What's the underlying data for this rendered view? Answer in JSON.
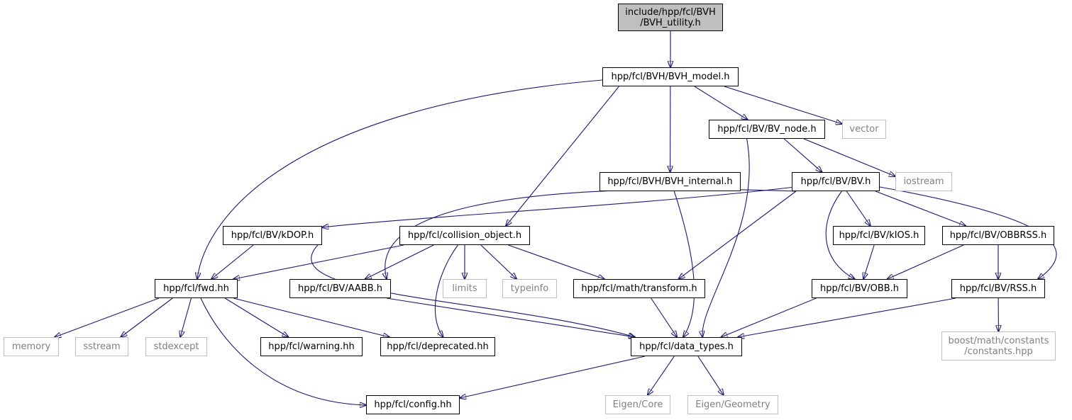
{
  "nodes": [
    {
      "id": "root",
      "kind": "root",
      "lines": [
        "include/hpp/fcl/BVH",
        "/BVH_utility.h"
      ]
    },
    {
      "id": "bvh_model",
      "kind": "local",
      "lines": [
        "hpp/fcl/BVH/BVH_model.h"
      ]
    },
    {
      "id": "bv_node",
      "kind": "local",
      "lines": [
        "hpp/fcl/BV/BV_node.h"
      ]
    },
    {
      "id": "vector",
      "kind": "ext",
      "lines": [
        "vector"
      ]
    },
    {
      "id": "bvh_internal",
      "kind": "local",
      "lines": [
        "hpp/fcl/BVH/BVH_internal.h"
      ]
    },
    {
      "id": "bv_h",
      "kind": "local",
      "lines": [
        "hpp/fcl/BV/BV.h"
      ]
    },
    {
      "id": "iostream",
      "kind": "ext",
      "lines": [
        "iostream"
      ]
    },
    {
      "id": "kdop",
      "kind": "local",
      "lines": [
        "hpp/fcl/BV/kDOP.h"
      ]
    },
    {
      "id": "collision_object",
      "kind": "local",
      "lines": [
        "hpp/fcl/collision_object.h"
      ]
    },
    {
      "id": "kios",
      "kind": "local",
      "lines": [
        "hpp/fcl/BV/kIOS.h"
      ]
    },
    {
      "id": "obbrss",
      "kind": "local",
      "lines": [
        "hpp/fcl/BV/OBBRSS.h"
      ]
    },
    {
      "id": "fwd",
      "kind": "local",
      "lines": [
        "hpp/fcl/fwd.hh"
      ]
    },
    {
      "id": "aabb",
      "kind": "local",
      "lines": [
        "hpp/fcl/BV/AABB.h"
      ]
    },
    {
      "id": "limits",
      "kind": "ext",
      "lines": [
        "limits"
      ]
    },
    {
      "id": "typeinfo",
      "kind": "ext",
      "lines": [
        "typeinfo"
      ]
    },
    {
      "id": "transform",
      "kind": "local",
      "lines": [
        "hpp/fcl/math/transform.h"
      ]
    },
    {
      "id": "obb",
      "kind": "local",
      "lines": [
        "hpp/fcl/BV/OBB.h"
      ]
    },
    {
      "id": "rss",
      "kind": "local",
      "lines": [
        "hpp/fcl/BV/RSS.h"
      ]
    },
    {
      "id": "memory",
      "kind": "ext",
      "lines": [
        "memory"
      ]
    },
    {
      "id": "sstream",
      "kind": "ext",
      "lines": [
        "sstream"
      ]
    },
    {
      "id": "stdexcept",
      "kind": "ext",
      "lines": [
        "stdexcept"
      ]
    },
    {
      "id": "warning",
      "kind": "local",
      "lines": [
        "hpp/fcl/warning.hh"
      ]
    },
    {
      "id": "deprecated",
      "kind": "local",
      "lines": [
        "hpp/fcl/deprecated.hh"
      ]
    },
    {
      "id": "data_types",
      "kind": "local",
      "lines": [
        "hpp/fcl/data_types.h"
      ]
    },
    {
      "id": "boost_constants",
      "kind": "ext",
      "lines": [
        "boost/math/constants",
        "/constants.hpp"
      ]
    },
    {
      "id": "config",
      "kind": "local",
      "lines": [
        "hpp/fcl/config.hh"
      ]
    },
    {
      "id": "eigen_core",
      "kind": "ext",
      "lines": [
        "Eigen/Core"
      ]
    },
    {
      "id": "eigen_geometry",
      "kind": "ext",
      "lines": [
        "Eigen/Geometry"
      ]
    }
  ],
  "edges": [
    [
      "root",
      "bvh_model"
    ],
    [
      "bvh_model",
      "fwd"
    ],
    [
      "bvh_model",
      "collision_object"
    ],
    [
      "bvh_model",
      "bvh_internal"
    ],
    [
      "bvh_model",
      "bv_node"
    ],
    [
      "bvh_model",
      "vector"
    ],
    [
      "bv_node",
      "data_types"
    ],
    [
      "bv_node",
      "bv_h"
    ],
    [
      "bv_node",
      "iostream"
    ],
    [
      "bvh_internal",
      "data_types"
    ],
    [
      "bv_h",
      "kdop"
    ],
    [
      "bv_h",
      "aabb"
    ],
    [
      "bv_h",
      "transform"
    ],
    [
      "bv_h",
      "obb"
    ],
    [
      "bv_h",
      "kios"
    ],
    [
      "bv_h",
      "obbrss"
    ],
    [
      "bv_h",
      "rss"
    ],
    [
      "kdop",
      "fwd"
    ],
    [
      "kdop",
      "data_types"
    ],
    [
      "collision_object",
      "fwd"
    ],
    [
      "collision_object",
      "aabb"
    ],
    [
      "collision_object",
      "deprecated"
    ],
    [
      "collision_object",
      "limits"
    ],
    [
      "collision_object",
      "typeinfo"
    ],
    [
      "collision_object",
      "transform"
    ],
    [
      "kios",
      "obb"
    ],
    [
      "obbrss",
      "obb"
    ],
    [
      "obbrss",
      "rss"
    ],
    [
      "fwd",
      "memory"
    ],
    [
      "fwd",
      "sstream"
    ],
    [
      "fwd",
      "stdexcept"
    ],
    [
      "fwd",
      "warning"
    ],
    [
      "fwd",
      "deprecated"
    ],
    [
      "fwd",
      "config"
    ],
    [
      "aabb",
      "data_types"
    ],
    [
      "transform",
      "data_types"
    ],
    [
      "obb",
      "data_types"
    ],
    [
      "rss",
      "data_types"
    ],
    [
      "rss",
      "boost_constants"
    ],
    [
      "data_types",
      "config"
    ],
    [
      "data_types",
      "eigen_core"
    ],
    [
      "data_types",
      "eigen_geometry"
    ]
  ],
  "colors": {
    "edge": "#191970",
    "root_fill": "#bfbfbf",
    "local_border": "#000000",
    "ext_border": "#bfbfbf",
    "ext_text": "#808080"
  }
}
